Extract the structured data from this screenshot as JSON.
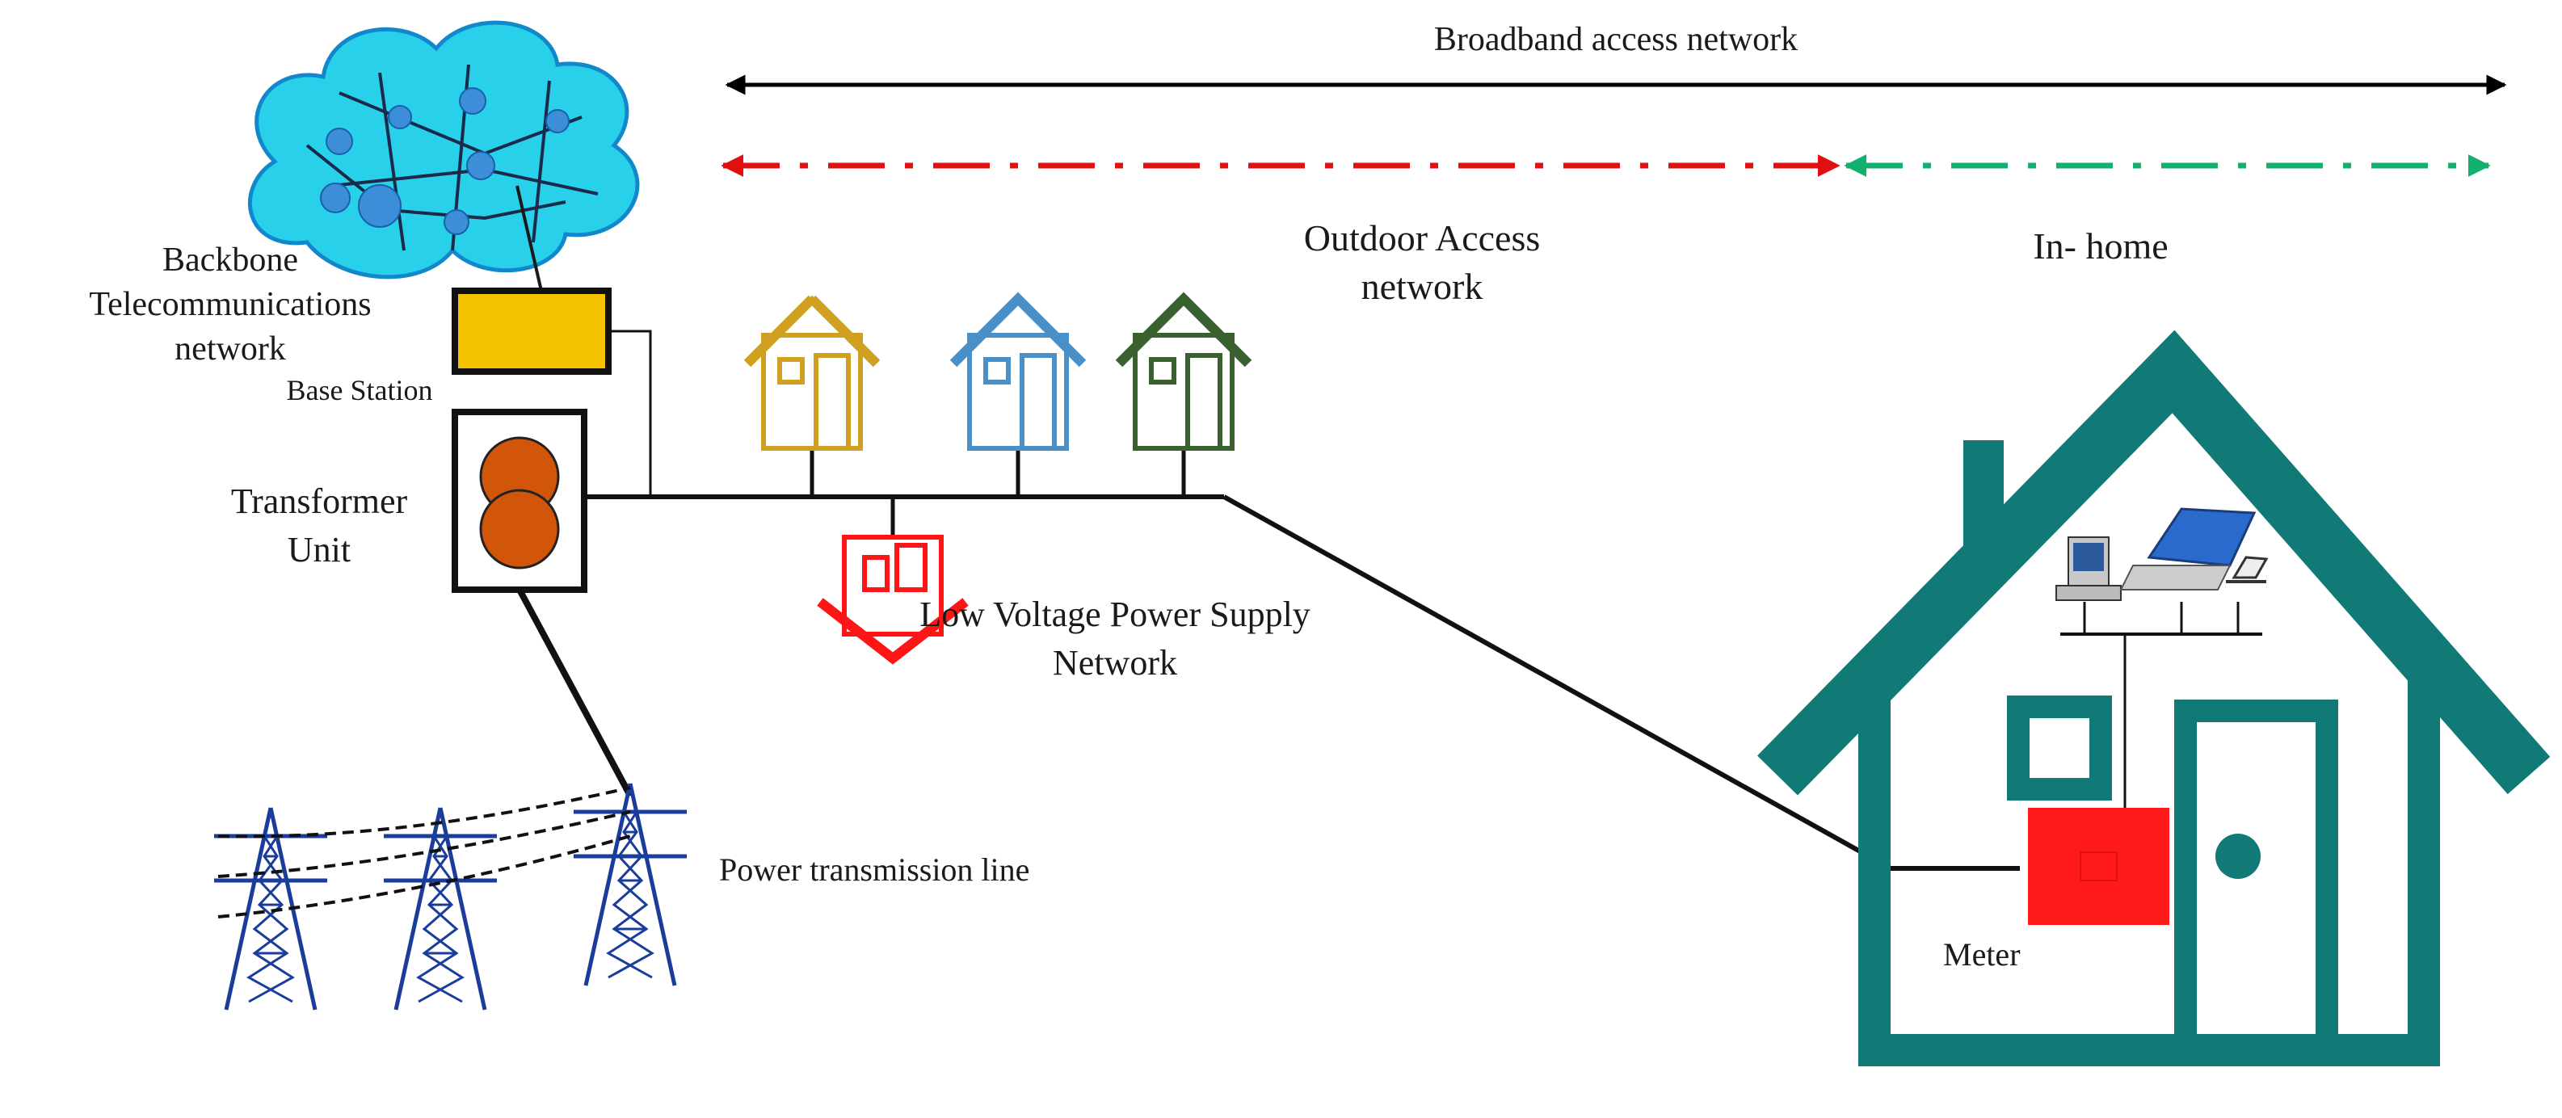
{
  "labels": {
    "broadband": "Broadband access network",
    "outdoor_line1": "Outdoor Access",
    "outdoor_line2": "network",
    "inhome": "In- home",
    "backbone_line1": "Backbone",
    "backbone_line2": "Telecommunications",
    "backbone_line3": "network",
    "base_station": "Base Station",
    "transformer_line1": "Transformer",
    "transformer_line2": "Unit",
    "lv_line1": "Low Voltage Power Supply",
    "lv_line2": "Network",
    "power_line": "Power transmission line",
    "meter": "Meter"
  },
  "colors": {
    "broadband_arrow": "#000000",
    "outdoor_arrow": "#e01010",
    "inhome_arrow": "#14b070",
    "cloud_fill": "#29d0ea",
    "cloud_stroke": "#1188cc",
    "cloud_node": "#3d8ed8",
    "base_station": "#f5c200",
    "transformer_coil": "#d2560a",
    "house_yellow": "#d0a020",
    "house_blue": "#4a90c8",
    "house_green": "#3a6030",
    "house_red": "#ff1515",
    "big_house": "#117a77",
    "meter": "#ff1a1a",
    "tower": "#1a3c9a"
  },
  "icons": {
    "cloud": "cloud-icon",
    "base_station": "base-station-icon",
    "transformer": "transformer-icon",
    "homes": [
      "house-icon",
      "house-icon",
      "house-icon",
      "house-icon"
    ],
    "big_house": "house-icon",
    "computers": "computer-icon",
    "meter": "meter-icon",
    "towers": "power-tower-icon"
  }
}
